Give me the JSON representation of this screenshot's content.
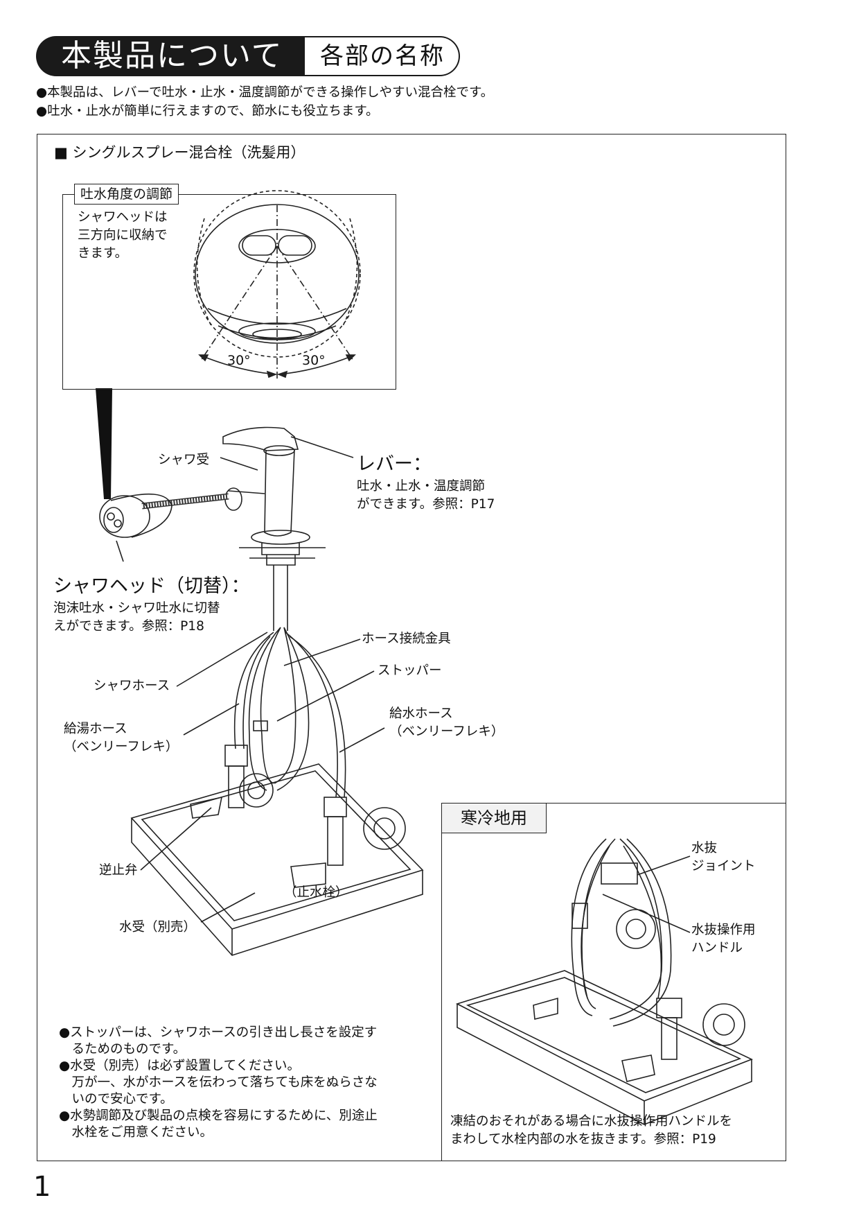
{
  "header": {
    "title": "本製品について",
    "subtitle": "各部の名称"
  },
  "intro": [
    "●本製品は、レバーで吐水・止水・温度調節ができる操作しやすい混合栓です。",
    "●吐水・止水が簡単に行えますので、節水にも役立ちます。"
  ],
  "section_title": "■ シングルスプレー混合栓（洗髪用）",
  "angle_box": {
    "tab": "吐水角度の調節",
    "desc": [
      "シャワヘッドは",
      "三方向に収納で",
      "きます。"
    ],
    "angle_left": "30°",
    "angle_right": "30°"
  },
  "labels": {
    "shower_holder": "シャワ受",
    "lever_title": "レバー：",
    "lever_desc": [
      "吐水・止水・温度調節",
      "ができます。参照：P17"
    ],
    "shower_head_title": "シャワヘッド（切替）：",
    "shower_head_desc": [
      "泡沫吐水・シャワ吐水に切替",
      "えができます。参照：P18"
    ],
    "hose_fitting": "ホース接続金具",
    "stopper": "ストッパー",
    "shower_hose": "シャワホース",
    "hot_hose": [
      "給湯ホース",
      "（ベンリーフレキ）"
    ],
    "cold_hose": [
      "給水ホース",
      "（ベンリーフレキ）"
    ],
    "check_valve": "逆止弁",
    "stop_valve": "（止水栓）",
    "water_tray": "水受（別売）"
  },
  "notes": [
    "●ストッパーは、シャワホースの引き出し長さを設定す",
    "　るためのものです。",
    "●水受（別売）は必ず設置してください。",
    "　万が一、水がホースを伝わって落ちても床をぬらさな",
    "　いので安心です。",
    "●水勢調節及び製品の点検を容易にするために、別途止",
    "　水栓をご用意ください。"
  ],
  "cold_region": {
    "tab": "寒冷地用",
    "drain_joint": [
      "水抜",
      "ジョイント"
    ],
    "drain_handle": [
      "水抜操作用",
      "ハンドル"
    ],
    "desc": [
      "凍結のおそれがある場合に水抜操作用ハンドルを",
      "まわして水栓内部の水を抜きます。参照：P19"
    ]
  },
  "page_number": "1"
}
